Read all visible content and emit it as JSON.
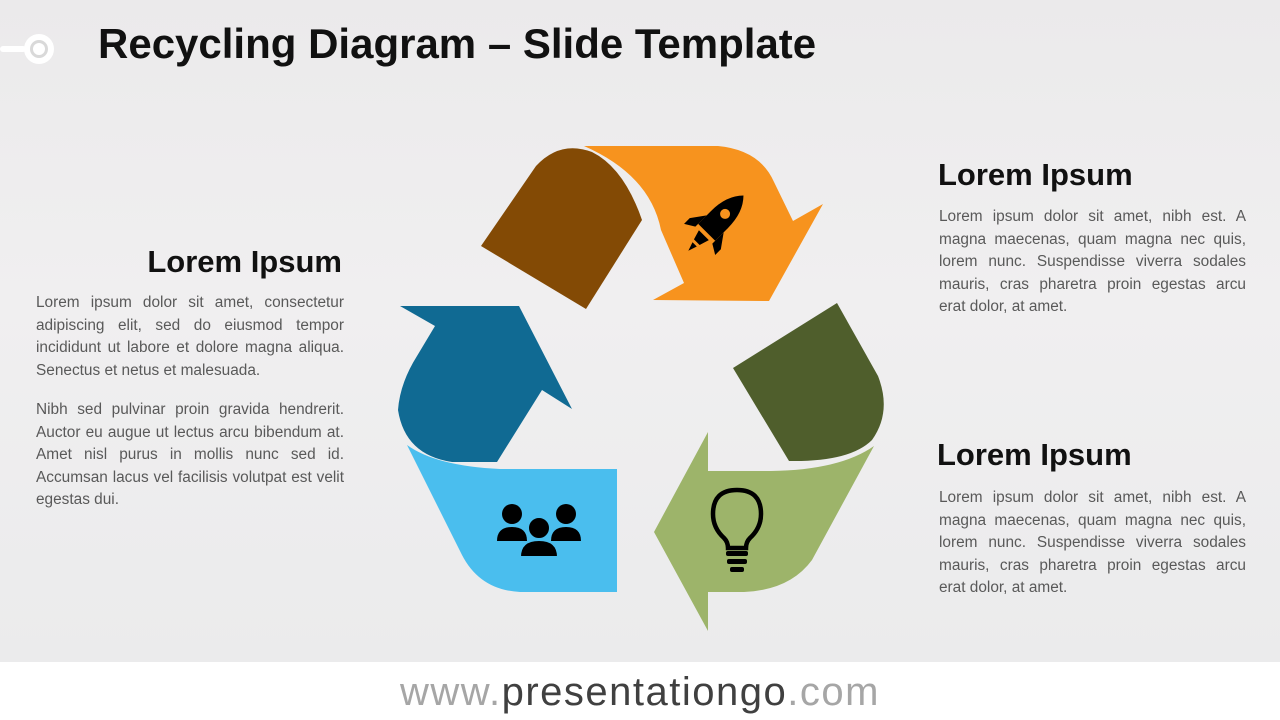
{
  "title": "Recycling Diagram – Slide Template",
  "left": {
    "heading": "Lorem Ipsum",
    "paragraph1": "Lorem ipsum dolor sit amet, consectetur adipiscing elit, sed do eiusmod tempor incididunt ut labore et dolore magna aliqua. Senectus et netus et malesuada.",
    "paragraph2": "Nibh sed pulvinar proin gravida hendrerit. Auctor eu augue ut lectus arcu bibendum at. Amet nisl purus in mollis nunc sed id. Accumsan lacus vel facilisis volutpat est velit egestas dui."
  },
  "right_top": {
    "heading": "Lorem Ipsum",
    "paragraph": "Lorem ipsum dolor sit amet, nibh est. A magna maecenas, quam magna nec quis, lorem nunc. Suspendisse viverra sodales mauris, cras pharetra proin egestas arcu erat dolor, at amet."
  },
  "right_bottom": {
    "heading": "Lorem Ipsum",
    "paragraph": "Lorem ipsum dolor sit amet, nibh est. A magna maecenas, quam magna nec quis, lorem nunc. Suspendisse viverra sodales mauris, cras pharetra proin egestas arcu erat dolor, at amet."
  },
  "diagram": {
    "segments": [
      {
        "name": "top",
        "tail_color": "#834a05",
        "head_color": "#f7931e",
        "icon": "rocket-icon"
      },
      {
        "name": "right",
        "tail_color": "#4f5e2c",
        "head_color": "#9db46a",
        "icon": "lightbulb-icon"
      },
      {
        "name": "left",
        "tail_color": "#4abeee",
        "head_color": "#106a93",
        "icon": "team-icon"
      }
    ]
  },
  "footer": {
    "url_prefix": "www.",
    "url_brand": "presentationgo",
    "url_suffix": ".com"
  },
  "colors": {
    "title": "#111111",
    "body_text": "#595959",
    "footer_light": "#a6a6a6",
    "footer_dark": "#404040"
  }
}
